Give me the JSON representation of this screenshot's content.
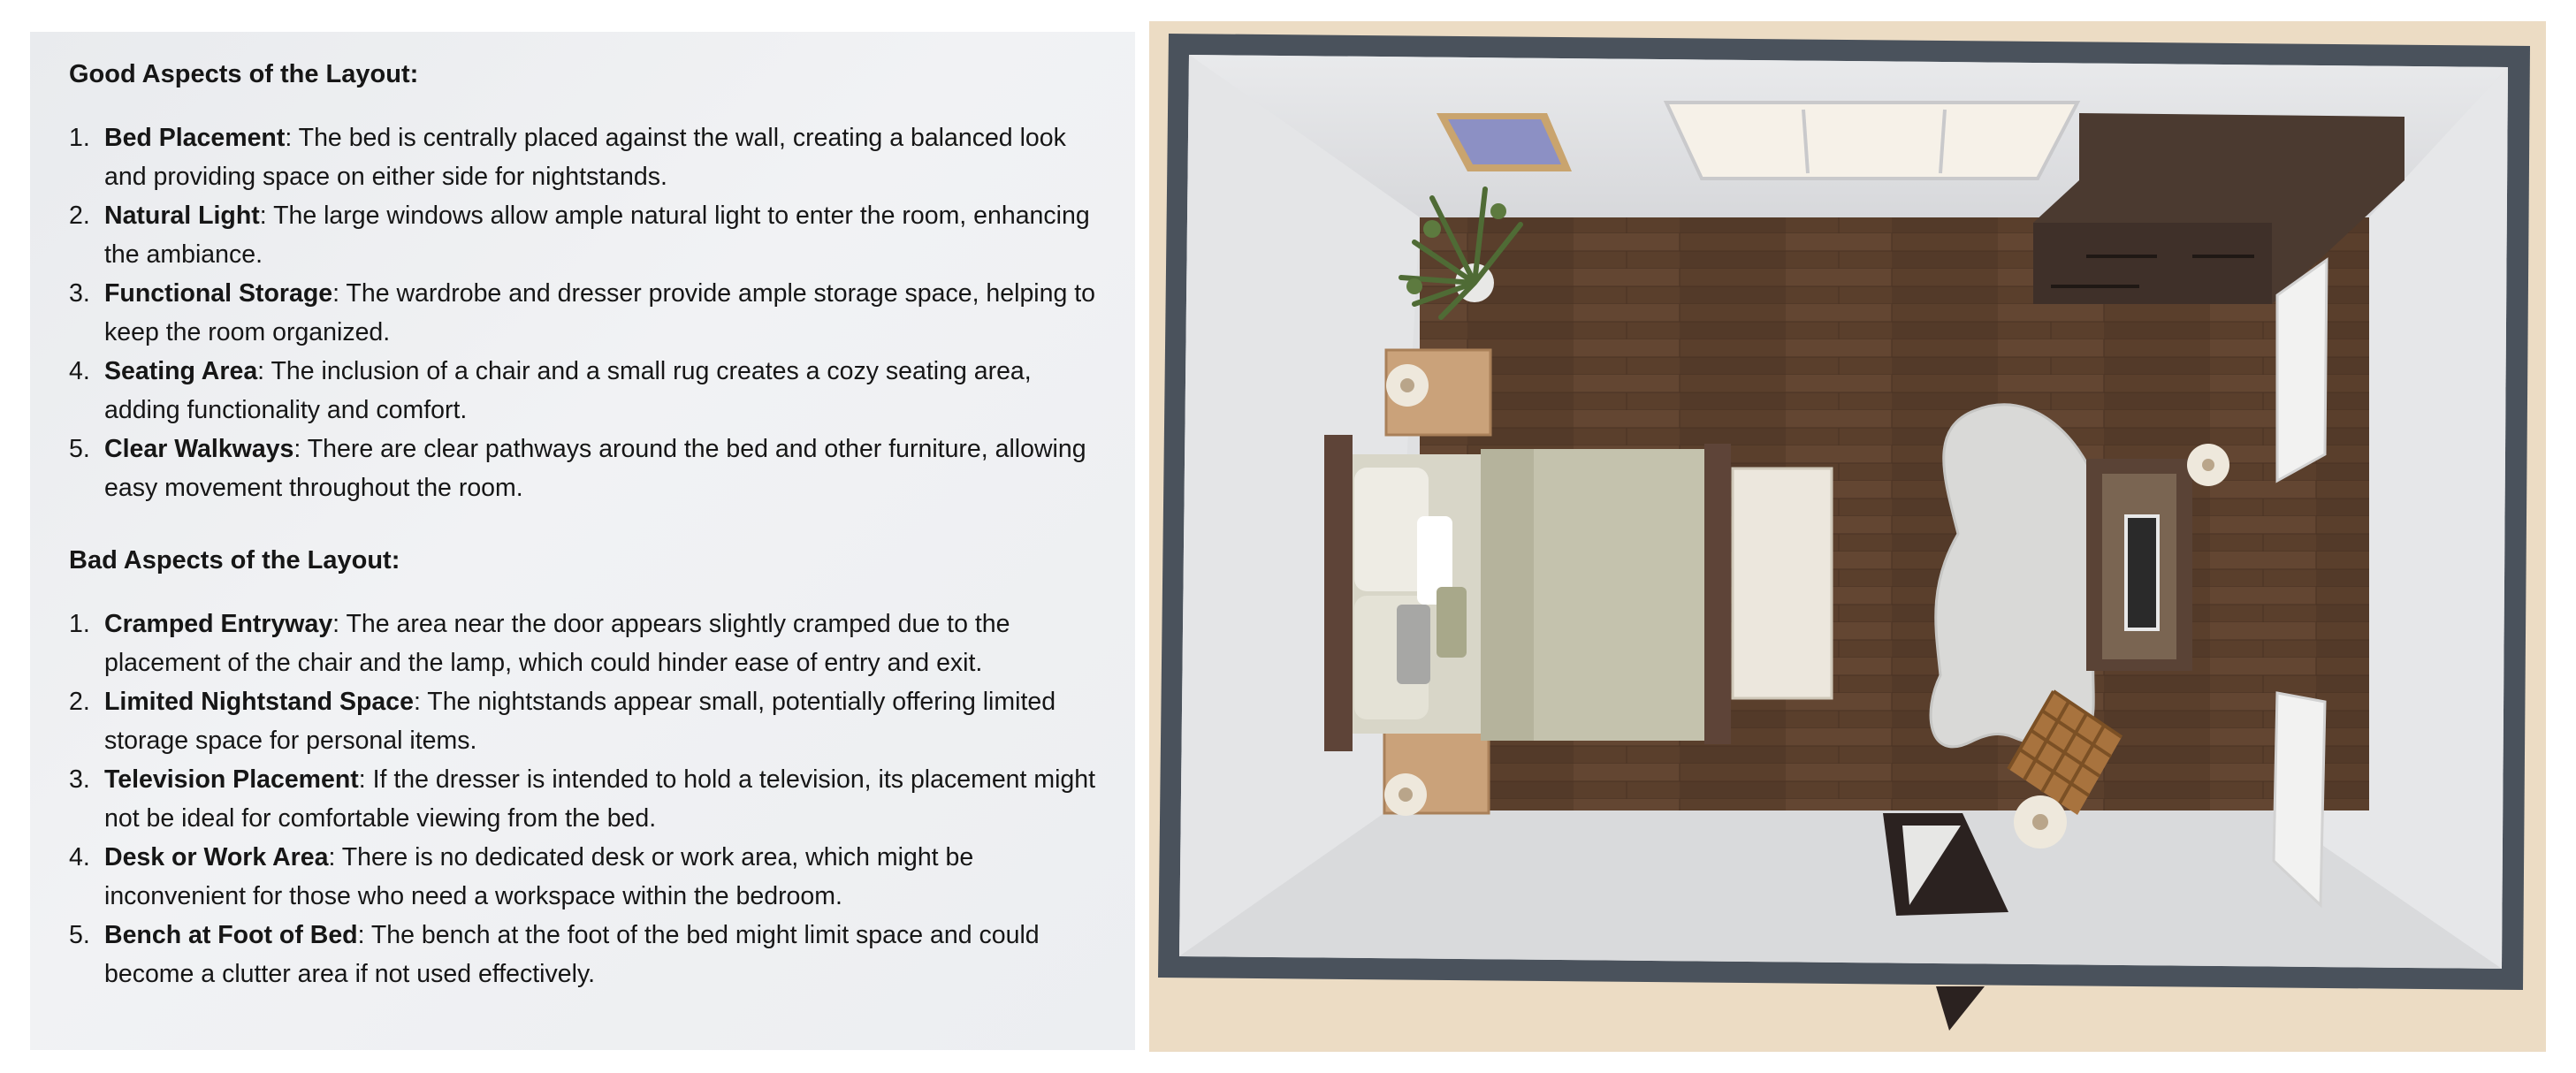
{
  "good_section": {
    "heading": "Good Aspects of the Layout:",
    "items": [
      {
        "num": "1.",
        "title": "Bed Placement",
        "text": ": The bed is centrally placed against the wall, creating a balanced look and providing space on either side for nightstands."
      },
      {
        "num": "2.",
        "title": "Natural Light",
        "text": ": The large windows allow ample natural light to enter the room, enhancing the ambiance."
      },
      {
        "num": "3.",
        "title": "Functional Storage",
        "text": ": The wardrobe and dresser provide ample storage space, helping to keep the room organized."
      },
      {
        "num": "4.",
        "title": "Seating Area",
        "text": ": The inclusion of a chair and a small rug creates a cozy seating area, adding functionality and comfort."
      },
      {
        "num": "5.",
        "title": "Clear Walkways",
        "text": ": There are clear pathways around the bed and other furniture, allowing easy movement throughout the room."
      }
    ]
  },
  "bad_section": {
    "heading": "Bad Aspects of the Layout:",
    "items": [
      {
        "num": "1.",
        "title": "Cramped Entryway",
        "text": ": The area near the door appears slightly cramped due to the placement of the chair and the lamp, which could hinder ease of entry and exit."
      },
      {
        "num": "2.",
        "title": "Limited Nightstand Space",
        "text": ": The nightstands appear small, potentially offering limited storage space for personal items."
      },
      {
        "num": "3.",
        "title": "Television Placement",
        "text": ": If the dresser is intended to hold a television, its placement might not be ideal for comfortable viewing from the bed."
      },
      {
        "num": "4.",
        "title": "Desk or Work Area",
        "text": ": There is no dedicated desk or work area, which might be inconvenient for those who need a workspace within the bedroom."
      },
      {
        "num": "5.",
        "title": "Bench at Foot of Bed",
        "text": ": The bench at the foot of the bed might limit space and could become a clutter area if not used effectively."
      }
    ]
  },
  "colors": {
    "panel_bg": "#eceef1",
    "wall": "#4a525c",
    "floor_wood": "#5a3f2c",
    "outside_ground": "#ecdcc4"
  }
}
